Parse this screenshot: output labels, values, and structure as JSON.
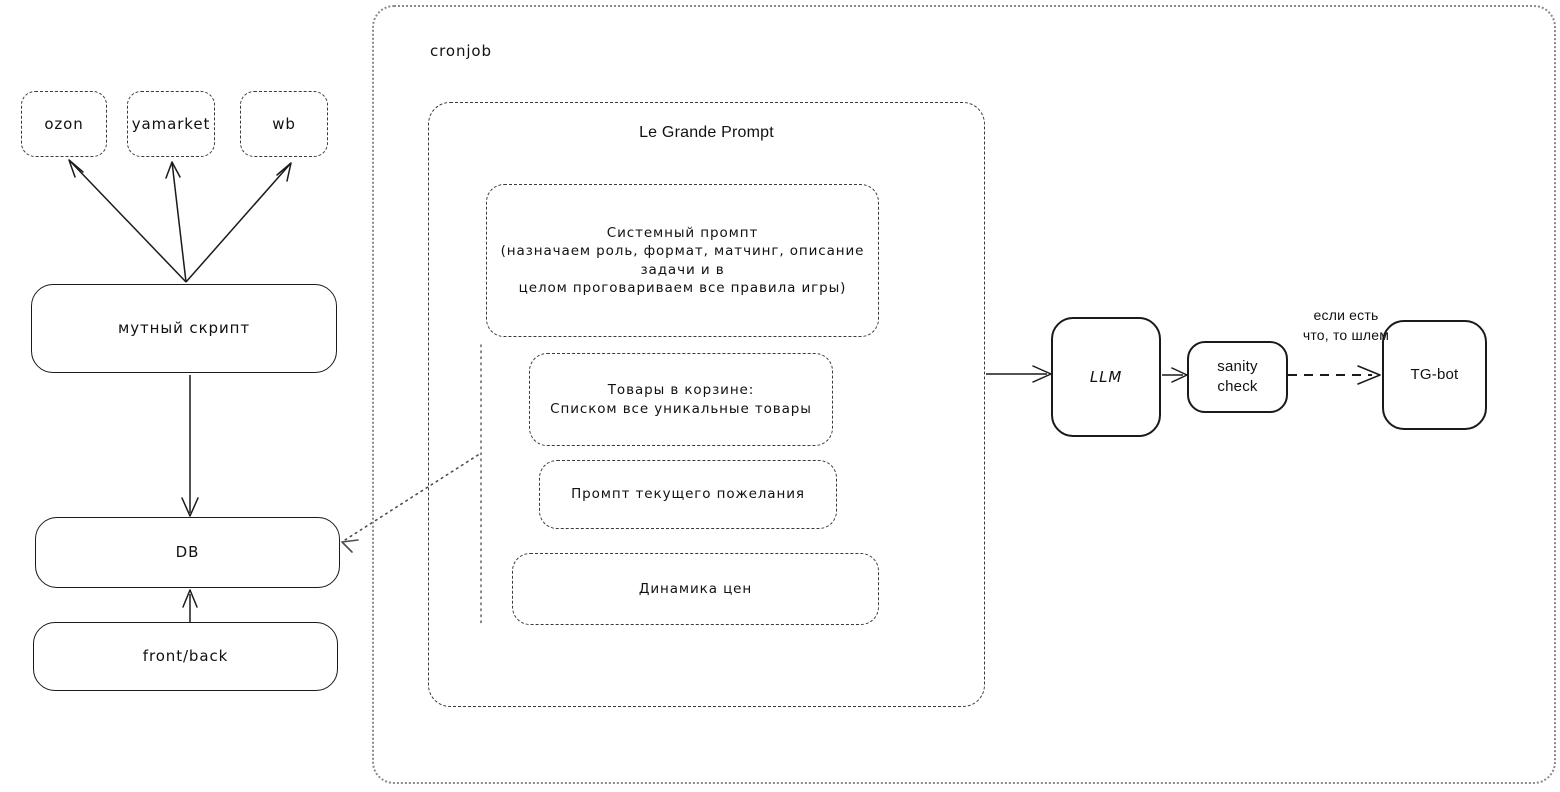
{
  "diagram": {
    "title": "LLM price-watch pipeline whiteboard",
    "background": "#ffffff",
    "ink": "#1a1a1a"
  },
  "sources": {
    "items": [
      {
        "id": "ozon",
        "label": "ozon"
      },
      {
        "id": "yamarket",
        "label": "yamarket"
      },
      {
        "id": "wb",
        "label": "wb"
      }
    ]
  },
  "left_column": {
    "scraper": {
      "label": "мутный скрипт"
    },
    "database": {
      "label": "DB"
    },
    "app": {
      "label": "front/back"
    }
  },
  "cronjob": {
    "label": "cronjob"
  },
  "prompt_block": {
    "title": "Le Grande Prompt",
    "sections": [
      {
        "id": "system-prompt",
        "label": "Системный промпт\n(назначаем роль, формат, матчинг, описание задачи и в\nцелом проговариваем все правила игры)"
      },
      {
        "id": "cart-items",
        "label": "Товары в корзине:\nСписком все уникальные товары"
      },
      {
        "id": "current-wish",
        "label": "Промпт текущего пожелания"
      },
      {
        "id": "price-dynamics",
        "label": "Динамика цен"
      }
    ]
  },
  "pipeline": {
    "llm": {
      "label": "LLM"
    },
    "sanity_check": {
      "label": "sanity check"
    },
    "tg_bot": {
      "label": "TG-bot"
    },
    "conditional_edge_label": "если есть\nчто, то шлем"
  }
}
